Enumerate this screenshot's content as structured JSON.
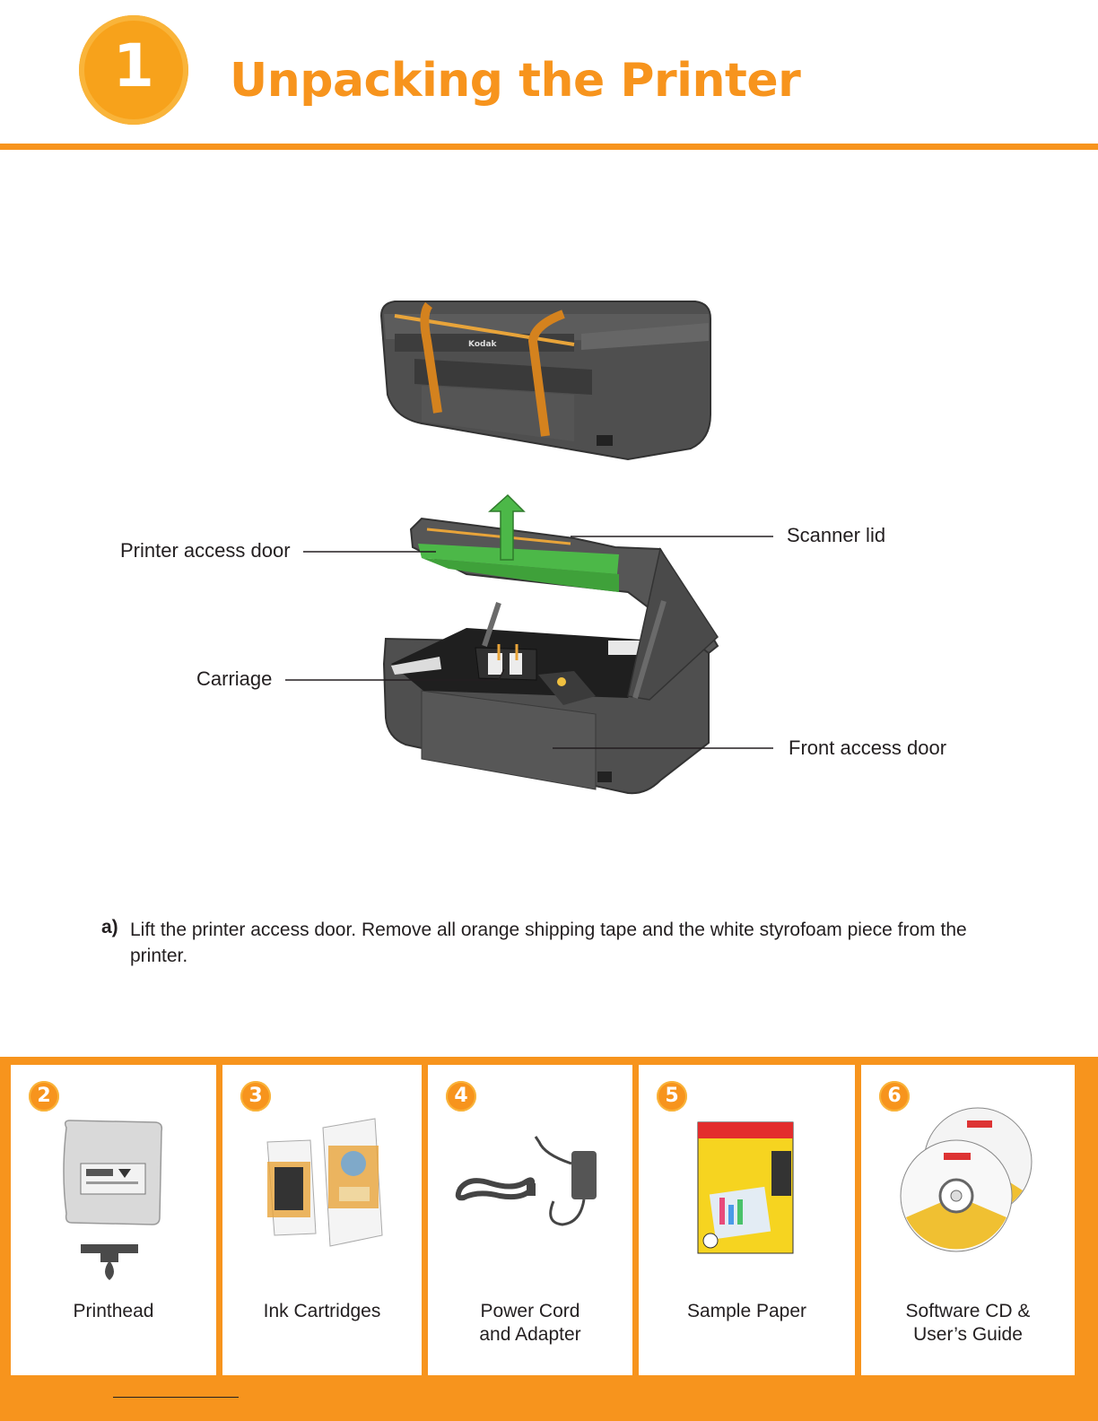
{
  "header": {
    "step_number": "1",
    "title": "Unpacking the Printer"
  },
  "callouts": {
    "printer_access_door": "Printer access door",
    "scanner_lid": "Scanner lid",
    "carriage": "Carriage",
    "front_access_door": "Front access door"
  },
  "illustration": {
    "brand_mark": "Kodak"
  },
  "instruction": {
    "letter": "a)",
    "text": "Lift the printer access door. Remove all orange shipping tape and the white styrofoam piece from the printer."
  },
  "contents": [
    {
      "number": "2",
      "label": "Printhead"
    },
    {
      "number": "3",
      "label": "Ink Cartridges"
    },
    {
      "number": "4",
      "label": "Power Cord\nand Adapter"
    },
    {
      "number": "5",
      "label": "Sample Paper"
    },
    {
      "number": "6",
      "label": "Software CD &\nUser’s Guide"
    }
  ],
  "colors": {
    "brand_orange": "#f7941d",
    "tape_orange": "#d4821e",
    "highlight_green": "#4cb848",
    "printer_gray": "#4a4a4a"
  }
}
